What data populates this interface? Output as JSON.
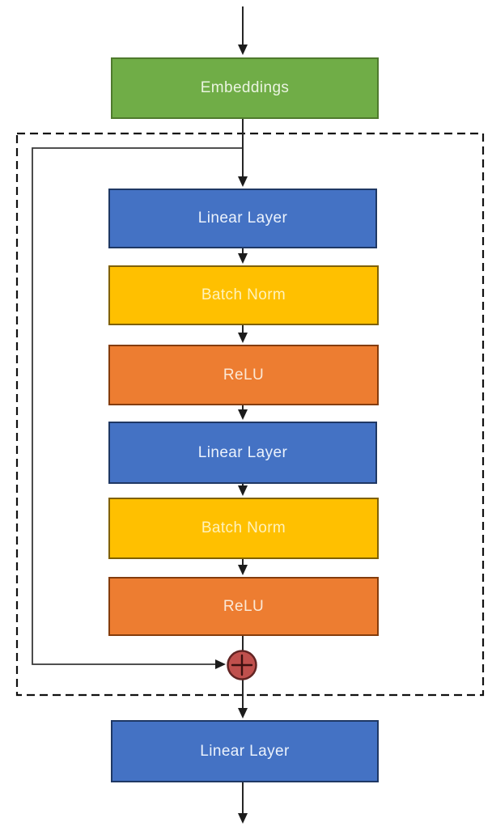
{
  "diagram": {
    "description": "Residual MLP block flow diagram",
    "nodes": [
      {
        "id": "embeddings",
        "label": "Embeddings",
        "color_role": "green"
      },
      {
        "id": "linear-1",
        "label": "Linear Layer",
        "color_role": "blue"
      },
      {
        "id": "batchnorm-1",
        "label": "Batch Norm",
        "color_role": "yellow"
      },
      {
        "id": "relu-1",
        "label": "ReLU",
        "color_role": "orange"
      },
      {
        "id": "linear-2",
        "label": "Linear Layer",
        "color_role": "blue"
      },
      {
        "id": "batchnorm-2",
        "label": "Batch Norm",
        "color_role": "yellow"
      },
      {
        "id": "relu-2",
        "label": "ReLU",
        "color_role": "orange"
      },
      {
        "id": "linear-out",
        "label": "Linear Layer",
        "color_role": "blue"
      }
    ],
    "junction": {
      "symbol": "+",
      "meaning": "residual add"
    }
  },
  "colors": {
    "green_fill": "#70AD47",
    "green_border": "#4F7A2D",
    "green_text": "#EAF4E0",
    "blue_fill": "#4472C4",
    "blue_border": "#1F3864",
    "blue_text": "#EBF2FC",
    "yellow_fill": "#FFC000",
    "yellow_border": "#7F6000",
    "yellow_text": "#FFF2BC",
    "orange_fill": "#ED7D31",
    "orange_border": "#843C0C",
    "orange_text": "#FBE8D6",
    "red_fill": "#C0504D",
    "red_border": "#622423",
    "line": "#262626",
    "skip_line": "#383838",
    "dashed_border": "#111111"
  }
}
